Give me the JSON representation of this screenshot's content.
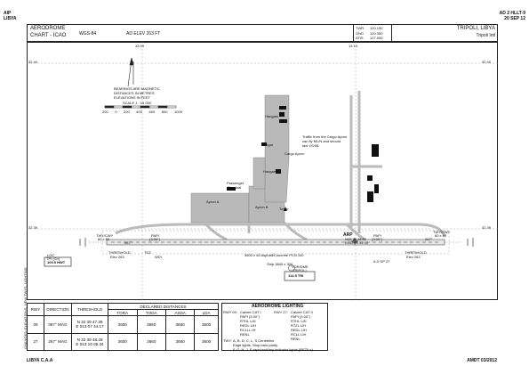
{
  "top": {
    "left_line1": "AIP",
    "left_line2": "LIBYA",
    "right_line1": "AD 2 HLLT-9",
    "right_line2": "20 SEP 12"
  },
  "header": {
    "title_line1": "AERODROME",
    "title_line2": "CHART - ICAO",
    "datum": "WGS-84",
    "elevation": "AD ELEV 263 FT",
    "location_line1": "TRIPOLI, LIBYA",
    "location_line2": "Tripoli Intl",
    "freqs": [
      {
        "label": "TWR",
        "value": "120.150"
      },
      {
        "label": "GND",
        "value": "120.350"
      },
      {
        "label": "ATIS",
        "value": "127.900"
      }
    ]
  },
  "map": {
    "bearing_note_line1": "BEARINGS ARE MAGNETIC",
    "bearing_note_line2": "DISTANCES IN METRES",
    "bearing_note_line3": "ELEVATIONS IN FEET",
    "scale_label": "SCALE 1 : 15 000",
    "scale_ticks": [
      "200",
      "0",
      "200",
      "400",
      "600",
      "800",
      "1000"
    ],
    "labels": {
      "hangars1": "Hangars",
      "hangar": "Hangar",
      "hangars2": "Hangars",
      "cargo_apron": "Cargo Apron",
      "traffic_note_1": "Traffic from the Cargo Apron",
      "traffic_note_2": "can fly ML/N and should",
      "traffic_note_3": "taxi VS/08.",
      "passenger_terminal_1": "Passenger",
      "passenger_terminal_2": "Terminal",
      "apron_a": "Apron A",
      "apron_b": "Apron B",
      "tower": "Tower",
      "arp": "ARP",
      "arp_coord_1": "N32 39 48.00",
      "arp_coord_2": "E013 09 31.00",
      "twy_left": "TWY/CWY",
      "twy_left_dim": "60 x 60",
      "twy_right": "TWY/CWY",
      "twy_right_dim": "60 x 60",
      "rwy_strip": "3600 x 45 Asphalt/Concrete PCN 100",
      "rwy_strip2": "Strip 3840 x 300",
      "hdg_left": "087°",
      "hdg_right": "267°",
      "threshold_left_1": "THRESHOLD",
      "threshold_left_2": "Elev 263",
      "threshold_right_1": "THRESHOLD",
      "threshold_right_2": "Elev 263",
      "loc_label_1": "LOC",
      "loc_label_2": "TPI (Ch)",
      "loc_box": "109.5 HWT",
      "vor_label_1": "VOR/DME",
      "vor_label_2": "TRIPOLI",
      "vor_box": "114.5 TRI",
      "papi_left": "PAPI",
      "papi_left_deg": "(3.00°)",
      "papi_right": "PAPI",
      "papi_right_deg": "(3.00°)",
      "ils_gp": "ILS GP 27",
      "tdz": "TDZ",
      "wdi": "WDI",
      "grid_top": [
        "32 40",
        "13 09",
        "13 10",
        "32 40"
      ],
      "grid_left": "32 39",
      "grid_right": "32 39"
    }
  },
  "declared": {
    "rwy_header": "RWY",
    "direction_header": "DIRECTION",
    "threshold_header": "THRESHOLD",
    "group_header": "DECLARED DISTANCES",
    "cols": [
      "TORA",
      "TODA",
      "ASDA",
      "LDA"
    ],
    "rows": [
      {
        "rwy": "09",
        "direction": "087° MAG",
        "threshold_1": "N 32 39 47.39",
        "threshold_2": "E 013 07 44.17",
        "tora": "3600",
        "toda": "3660",
        "asda": "3660",
        "lda": "3600"
      },
      {
        "rwy": "27",
        "direction": "267° MAG",
        "threshold_1": "N 32 39 48.26",
        "threshold_2": "E 013 10 05.34",
        "tora": "3600",
        "toda": "3660",
        "asda": "3660",
        "lda": "3600"
      }
    ]
  },
  "lighting": {
    "title": "AERODROME LIGHTING",
    "rwy09_label": "RWY 09:",
    "rwy09_items": [
      "Calvert CAT I",
      "PAPI (3.00°)",
      "RTHL LIH",
      "REDL LIH",
      "RCLLL IH",
      "RENL"
    ],
    "rwy27_label": "RWY 27:",
    "rwy27_items": [
      "Calvert CAT II",
      "PAPI (3.00°)",
      "RTHL LIH",
      "RTZL LIH",
      "REDL LIH",
      "RCLL LIH",
      "RENL"
    ],
    "twy_label": "TWY:",
    "twy_lines": [
      "A, B, D, C, L, S Centreline",
      "Edge lights. Stop bars parity.",
      "F, G, H, J, E rapid exit twy indicator lights (RETILs)"
    ]
  },
  "footer": {
    "left": "LIBYA C.A.A",
    "right": "AMDT 03/2012",
    "side_note": "CHANGES: ELEVATIONS, NEW TWYS, LIGHTING"
  }
}
